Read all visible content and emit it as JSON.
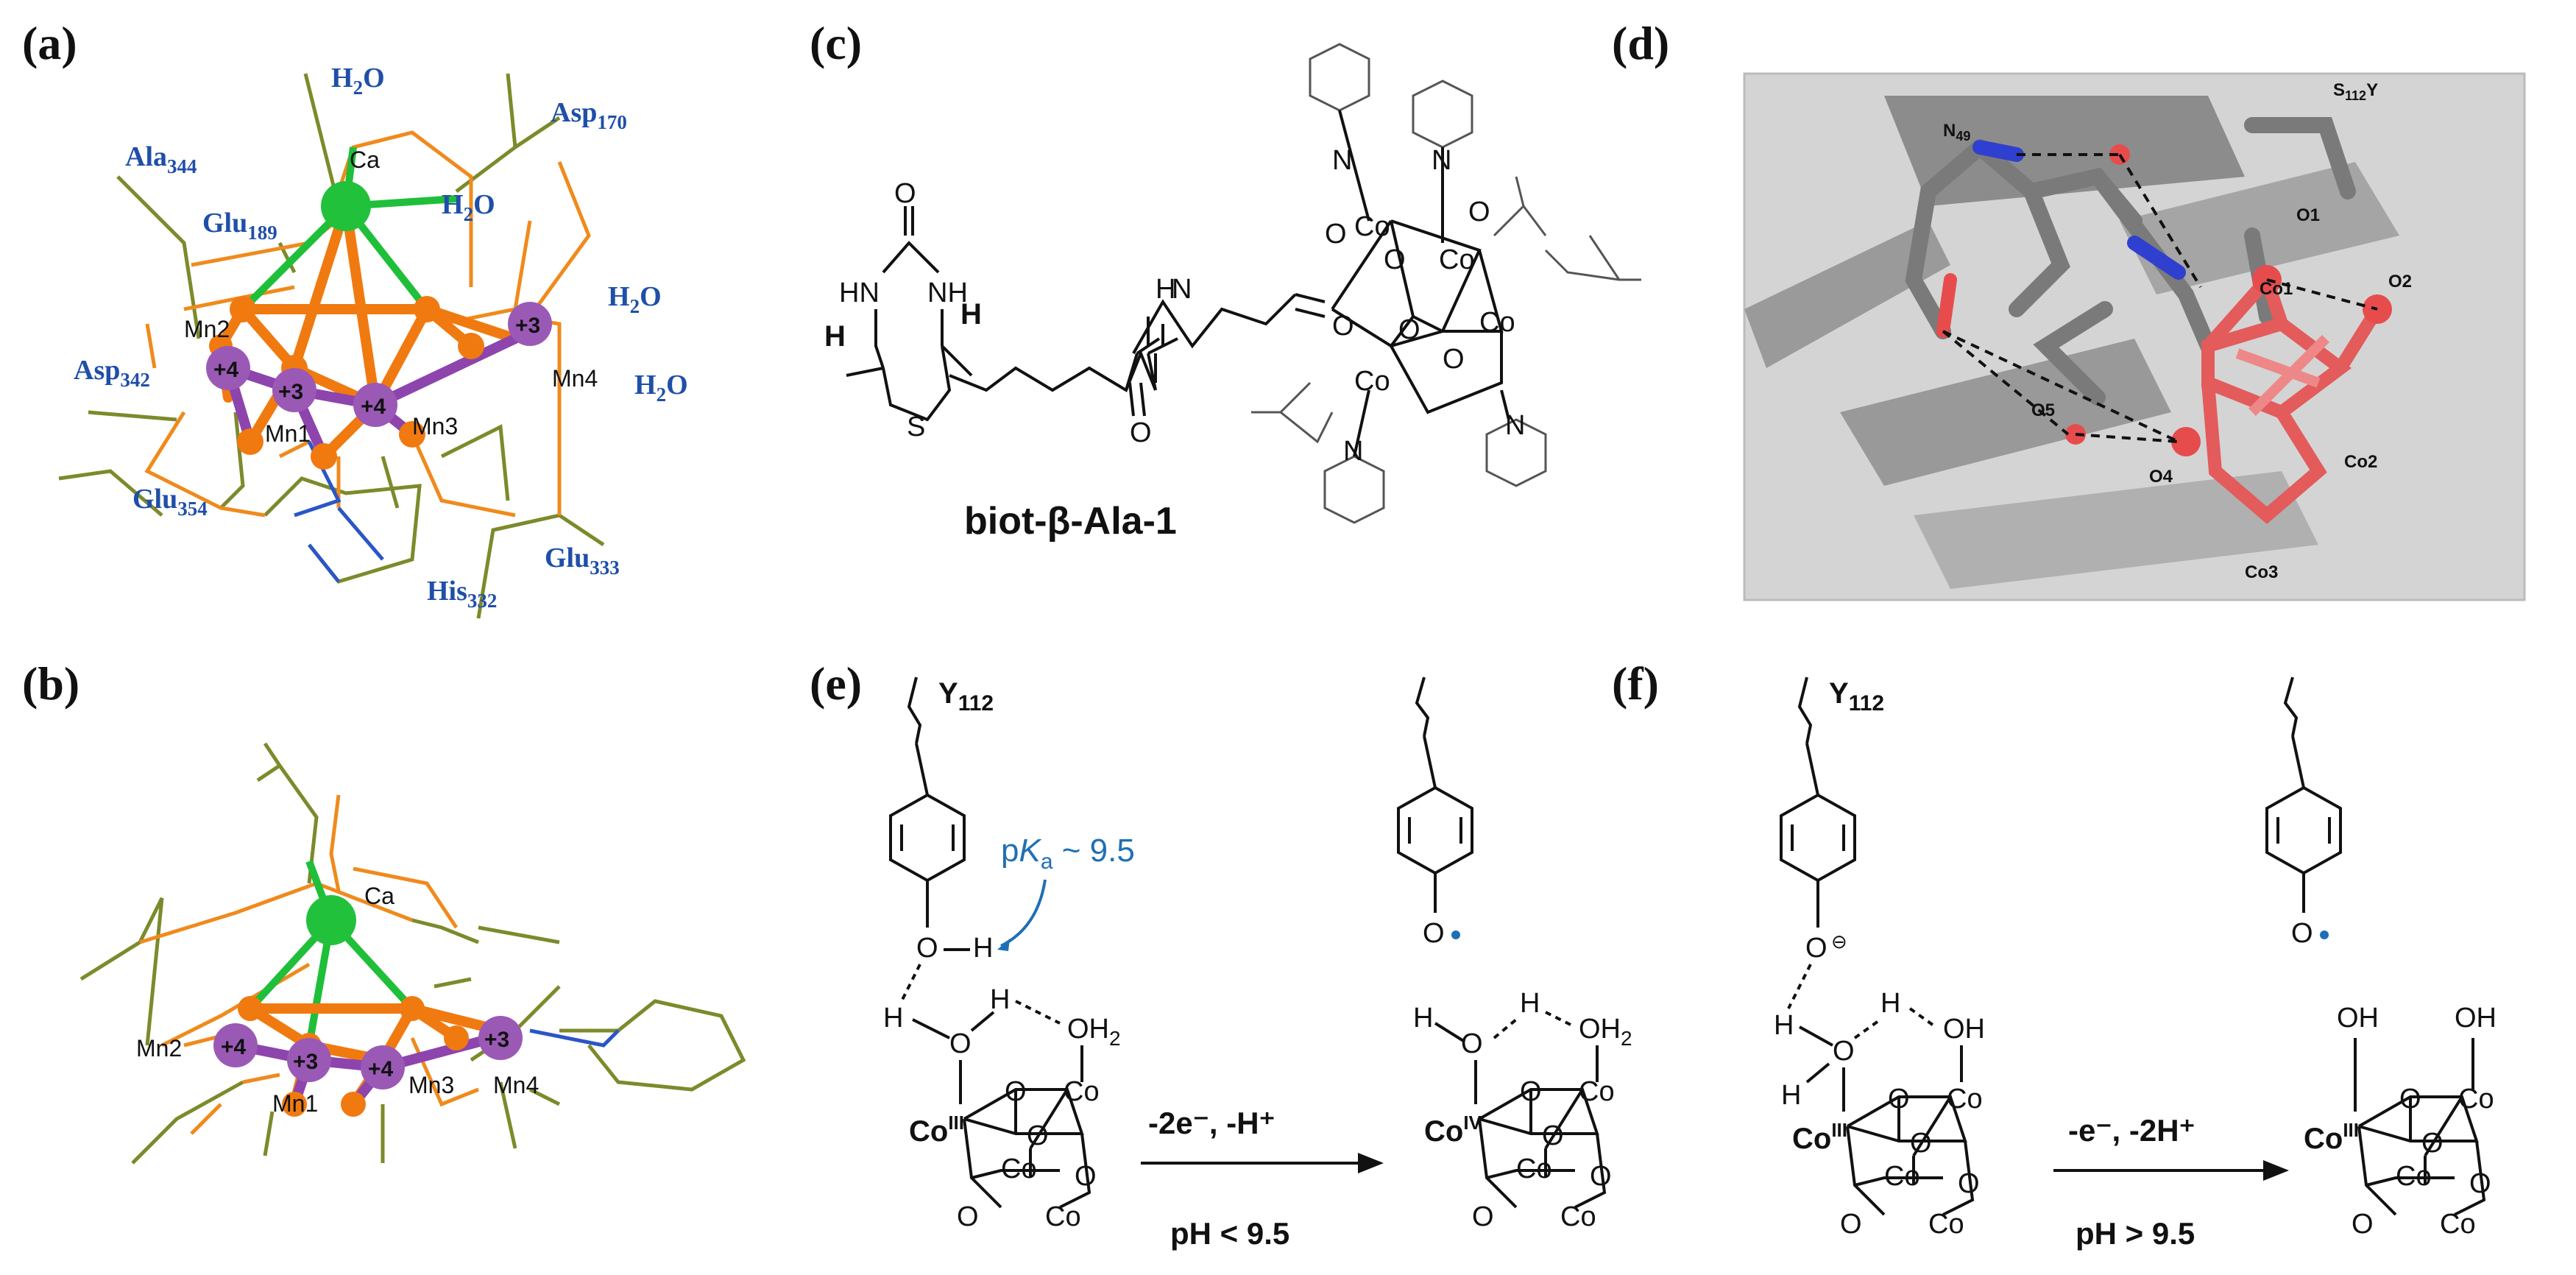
{
  "panels": {
    "a": "(a)",
    "b": "(b)",
    "c": "(c)",
    "d": "(d)",
    "e": "(e)",
    "f": "(f)"
  },
  "panel_a": {
    "residues": [
      {
        "base": "H",
        "sub": "2",
        "tail": "O"
      },
      {
        "base": "Asp",
        "sub": "170",
        "tail": ""
      },
      {
        "base": "Ala",
        "sub": "344",
        "tail": ""
      },
      {
        "base": "Glu",
        "sub": "189",
        "tail": ""
      },
      {
        "base": "H",
        "sub": "2",
        "tail": "O"
      },
      {
        "base": "H",
        "sub": "2",
        "tail": "O"
      },
      {
        "base": "H",
        "sub": "2",
        "tail": "O"
      },
      {
        "base": "Asp",
        "sub": "342",
        "tail": ""
      },
      {
        "base": "Glu",
        "sub": "354",
        "tail": ""
      },
      {
        "base": "Glu",
        "sub": "333",
        "tail": ""
      },
      {
        "base": "His",
        "sub": "332",
        "tail": ""
      }
    ],
    "atoms": {
      "ca": "Ca",
      "mn1": "Mn1",
      "mn2": "Mn2",
      "mn3": "Mn3",
      "mn4": "Mn4"
    },
    "oxidation": {
      "mn1": "+3",
      "mn2": "+4",
      "mn3": "+4",
      "mn4": "+3"
    }
  },
  "panel_b": {
    "atoms": {
      "ca": "Ca",
      "mn1": "Mn1",
      "mn2": "Mn2",
      "mn3": "Mn3",
      "mn4": "Mn4"
    },
    "oxidation": {
      "mn1": "+3",
      "mn2": "+4",
      "mn3": "+4",
      "mn4": "+3"
    }
  },
  "panel_c": {
    "compound_name": "biot-β-Ala-1",
    "labels": {
      "o": "O",
      "nh": "NH",
      "hn": "HN",
      "h": "H",
      "s": "S",
      "n": "N",
      "co": "Co"
    }
  },
  "panel_d": {
    "labels": {
      "n49": "N",
      "n49_sub": "49",
      "s112y_pre": "S",
      "s112y_sub": "112",
      "s112y_post": "Y",
      "o1": "O1",
      "o2": "O2",
      "o4": "O4",
      "o5": "O5",
      "co1": "Co1",
      "co2": "Co2",
      "co3": "Co3"
    }
  },
  "panel_e": {
    "residue": "Y",
    "residue_sub": "112",
    "pka_pre": "p",
    "pka_k": "K",
    "pka_a": "a",
    "pka_post": " ~ 9.5",
    "arrow_label": "-2e⁻, -H⁺",
    "condition": "pH < 9.5",
    "left_co_ox": "III",
    "right_co_ox": "IV",
    "o": "O",
    "h": "H",
    "oh2": "OH",
    "oh2_sub": "2",
    "co": "Co"
  },
  "panel_f": {
    "residue": "Y",
    "residue_sub": "112",
    "arrow_label": "-e⁻, -2H⁺",
    "condition": "pH > 9.5",
    "left_co_ox": "III",
    "right_co_ox": "III",
    "o": "O",
    "h": "H",
    "oh": "OH",
    "co": "Co",
    "ominus": "⊖"
  },
  "colors": {
    "manganese": "#9b59b6",
    "calcium": "#22c13c",
    "oxygen_bridge": "#f07a10",
    "residue_stick": "#7d8a2b",
    "label_blue": "#1f4fa8",
    "pka_blue": "#1f6fb6",
    "cobalt_d": "#e57373"
  }
}
